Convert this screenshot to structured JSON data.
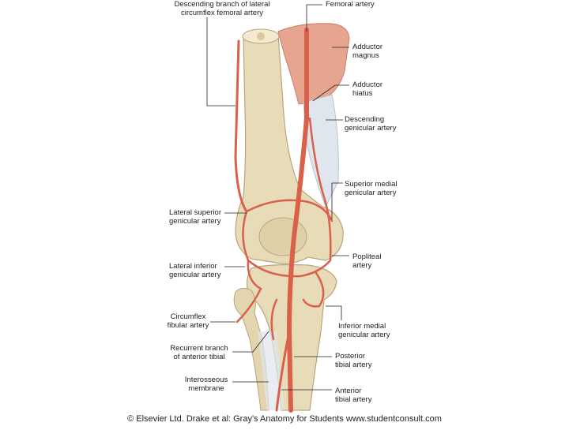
{
  "labels": {
    "descending_branch": [
      "Descending branch of lateral",
      "circumflex femoral artery"
    ],
    "femoral_artery": [
      "Femoral artery"
    ],
    "adductor_magnus": [
      "Adductor",
      "magnus"
    ],
    "adductor_hiatus": [
      "Adductor",
      "hiatus"
    ],
    "descending_genicular": [
      "Descending",
      "genicular artery"
    ],
    "superior_medial_genicular": [
      "Superior medial",
      "genicular artery"
    ],
    "lateral_superior_genicular": [
      "Lateral superior",
      "genicular artery"
    ],
    "popliteal_artery": [
      "Popliteal",
      "artery"
    ],
    "lateral_inferior_genicular": [
      "Lateral inferior",
      "genicular artery"
    ],
    "circumflex_fibular": [
      "Circumflex",
      "fibular artery"
    ],
    "inferior_medial_genicular": [
      "Inferior medial",
      "genicular artery"
    ],
    "recurrent_branch": [
      "Recurrent branch",
      "of anterior tibial"
    ],
    "posterior_tibial": [
      "Posterior",
      "tibial artery"
    ],
    "interosseous_membrane": [
      "Interosseous",
      "membrane"
    ],
    "anterior_tibial": [
      "Anterior",
      "tibial artery"
    ]
  },
  "copyright": "© Elsevier Ltd. Drake et al: Gray's Anatomy for Students www.studentconsult.com",
  "colors": {
    "bone": "#e8dcb8",
    "bone_shadow": "#c9b88c",
    "artery": "#d9614a",
    "artery_dark": "#b8432f",
    "muscle": "#e7a48f",
    "tendon": "#dfe6ee",
    "leader": "#222222"
  }
}
